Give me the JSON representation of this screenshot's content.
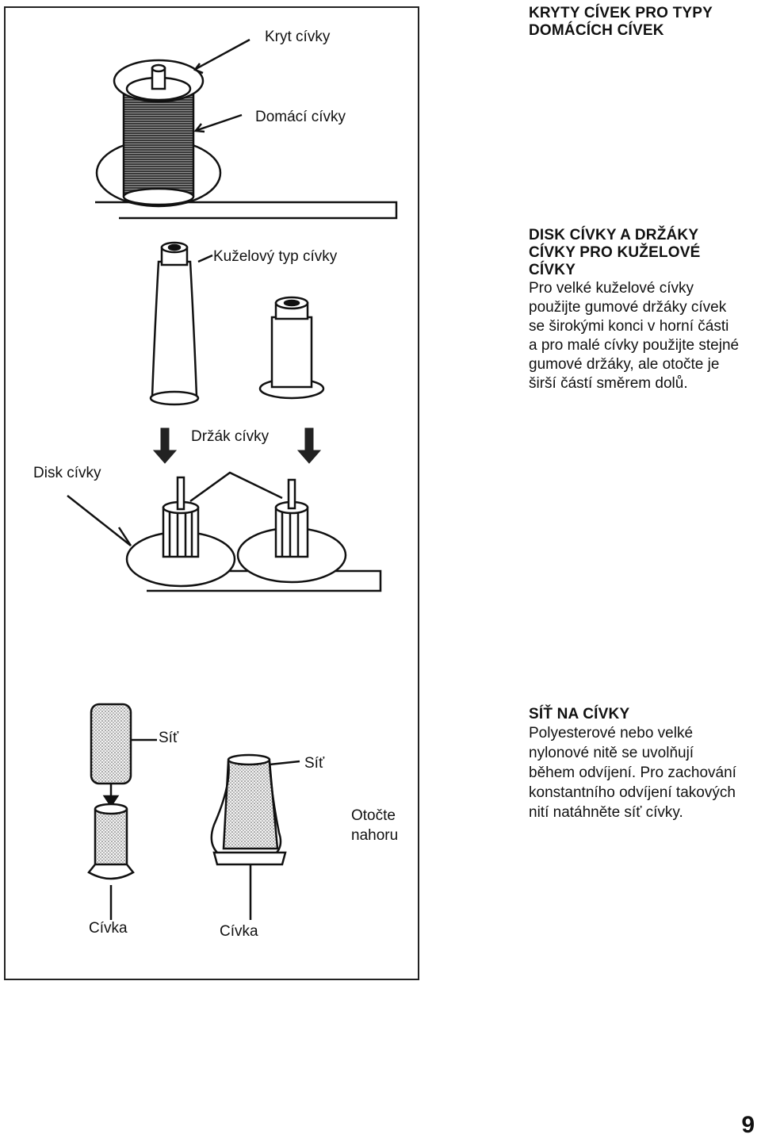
{
  "figure": {
    "labels": {
      "spool_cap": "Kryt cívky",
      "domestic_spool": "Domácí cívky",
      "cone_spool": "Kuželový typ cívky",
      "spool_holder": "Držák cívky",
      "spool_disk": "Disk cívky",
      "net_1": "Síť",
      "net_2": "Síť",
      "turn_up": "Otočte\nnahoru",
      "spool_1": "Cívka",
      "spool_2": "Cívka"
    }
  },
  "sections": [
    {
      "title": "KRYTY CÍVEK PRO TYPY\nDOMÁCÍCH CÍVEK",
      "body": ""
    },
    {
      "title": "DISK CÍVKY A DRŽÁKY\nCÍVKY PRO KUŽELOVÉ\nCÍVKY",
      "body": "Pro velké kuželové cívky\npoužijte gumové držáky cívek\nse širokými konci v horní části\na pro malé cívky použijte stejné\ngumové držáky, ale otočte je\nširší částí směrem dolů."
    },
    {
      "title": "SÍŤ NA CÍVKY",
      "body": "Polyesterové nebo velké\nnylonové nitě se uvolňují\nběhem odvíjení. Pro zachování\nkonstantního odvíjení takových\nnití natáhněte síť cívky."
    }
  ],
  "page_number": "9"
}
